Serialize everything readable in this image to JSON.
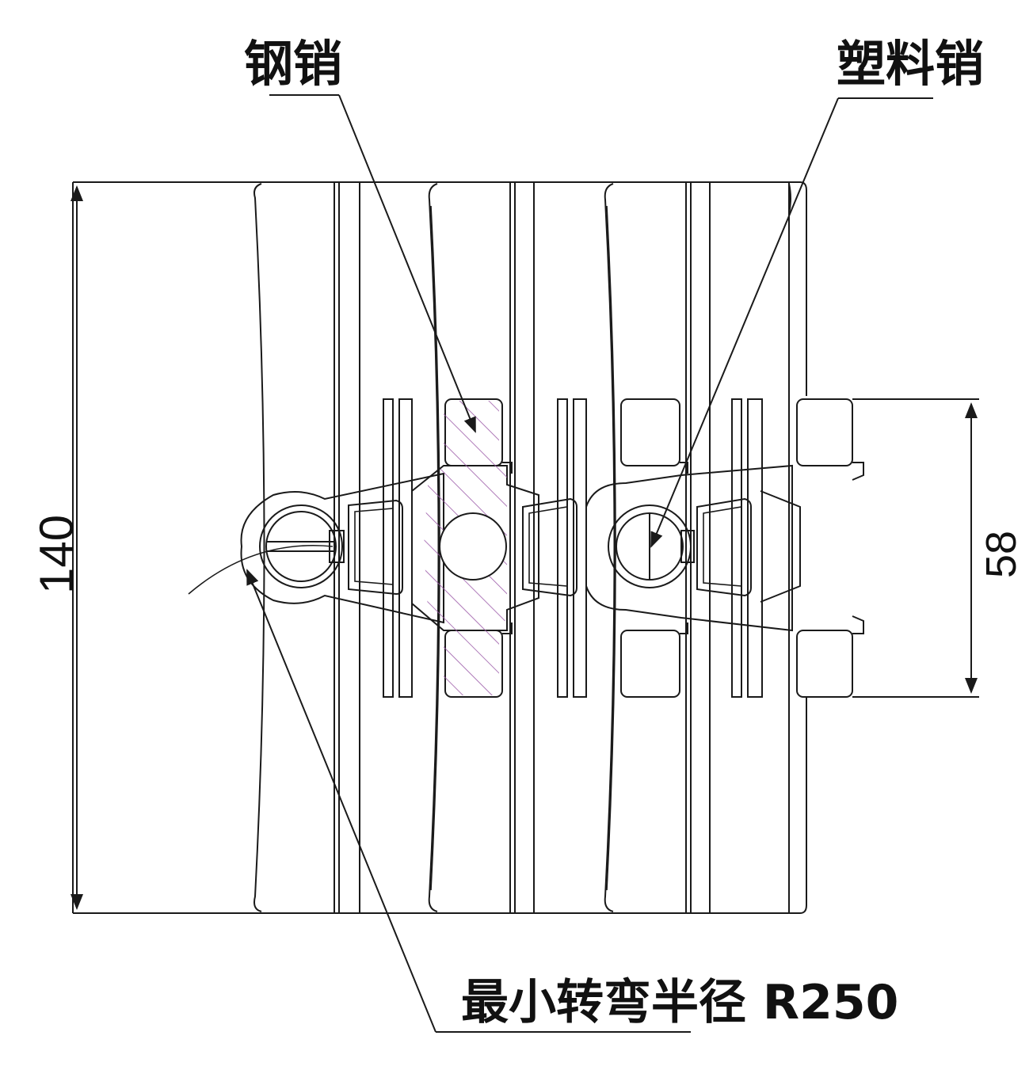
{
  "labels": {
    "steel_pin": "钢销",
    "plastic_pin": "塑料销",
    "min_radius": "最小转弯半径 R250"
  },
  "dimensions": {
    "height": "140",
    "pin_span": "58"
  },
  "colors": {
    "line": "#1a1a1a",
    "hatch": "#9b5aa8",
    "background": "#ffffff"
  }
}
